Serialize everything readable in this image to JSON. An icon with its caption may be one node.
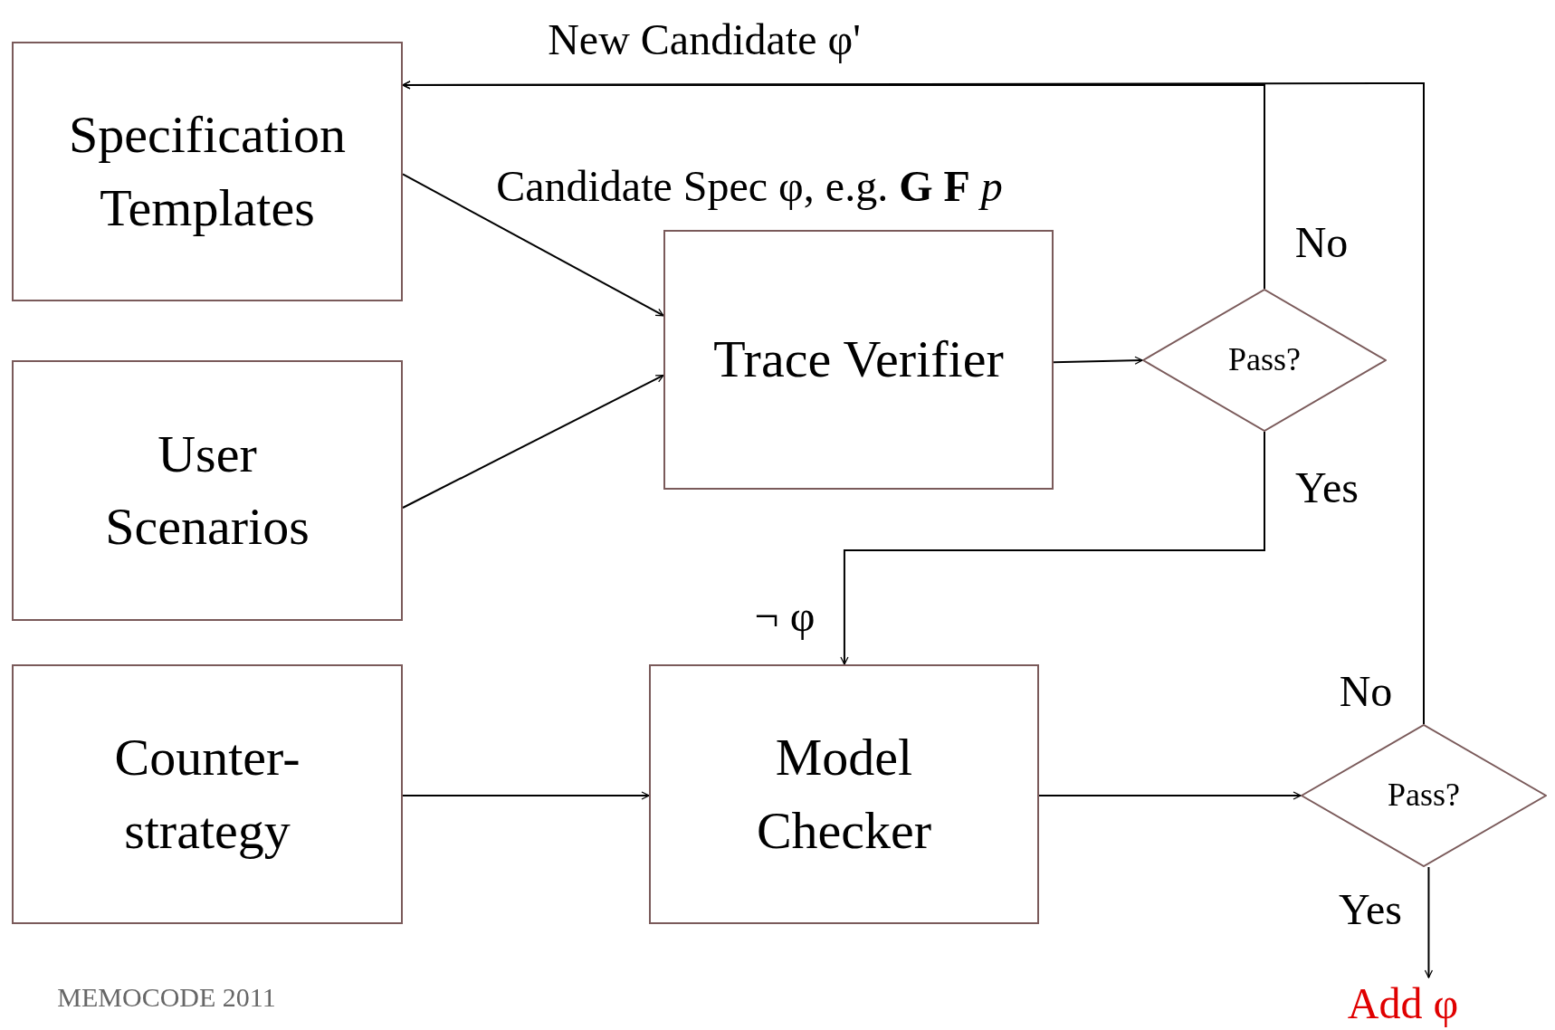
{
  "diagram": {
    "nodes": [
      {
        "text": [
          "Specification Templates"
        ]
      },
      {
        "text": [
          "User Scenarios"
        ]
      },
      {
        "text": [
          "Counter-strategy"
        ]
      },
      {
        "text": [
          "Trace Verifier"
        ]
      },
      {
        "text": [
          "Pass?"
        ]
      },
      {
        "text": [
          "Model Checker"
        ]
      },
      {
        "text": [
          "Pass?"
        ]
      },
      {
        "text": [
          "Add φ"
        ]
      }
    ],
    "edges": [
      {
        "from": 0,
        "to": 3,
        "arrow": "to",
        "label": "Candidate Spec φ, e.g. **G F** *p*"
      },
      {
        "from": 1,
        "to": 3,
        "arrow": "to"
      },
      {
        "from": 3,
        "to": 4,
        "arrow": "to"
      },
      {
        "from": 4,
        "to": 0,
        "arrow": "to",
        "label": "No"
      },
      {
        "from": 6,
        "to": 0,
        "arrow": "to",
        "label": "No"
      },
      {
        "from": 4,
        "to": 5,
        "arrow": "to",
        "label": "Yes"
      },
      {
        "from": 2,
        "to": 5,
        "arrow": "to"
      },
      {
        "from": 5,
        "to": 6,
        "arrow": "to"
      },
      {
        "from": 6,
        "to": 7,
        "arrow": "to",
        "label": "Yes"
      }
    ],
    "labels": [
      "New Candidate φ'",
      "¬ φ",
      "MEMOCODE 2011"
    ]
  }
}
